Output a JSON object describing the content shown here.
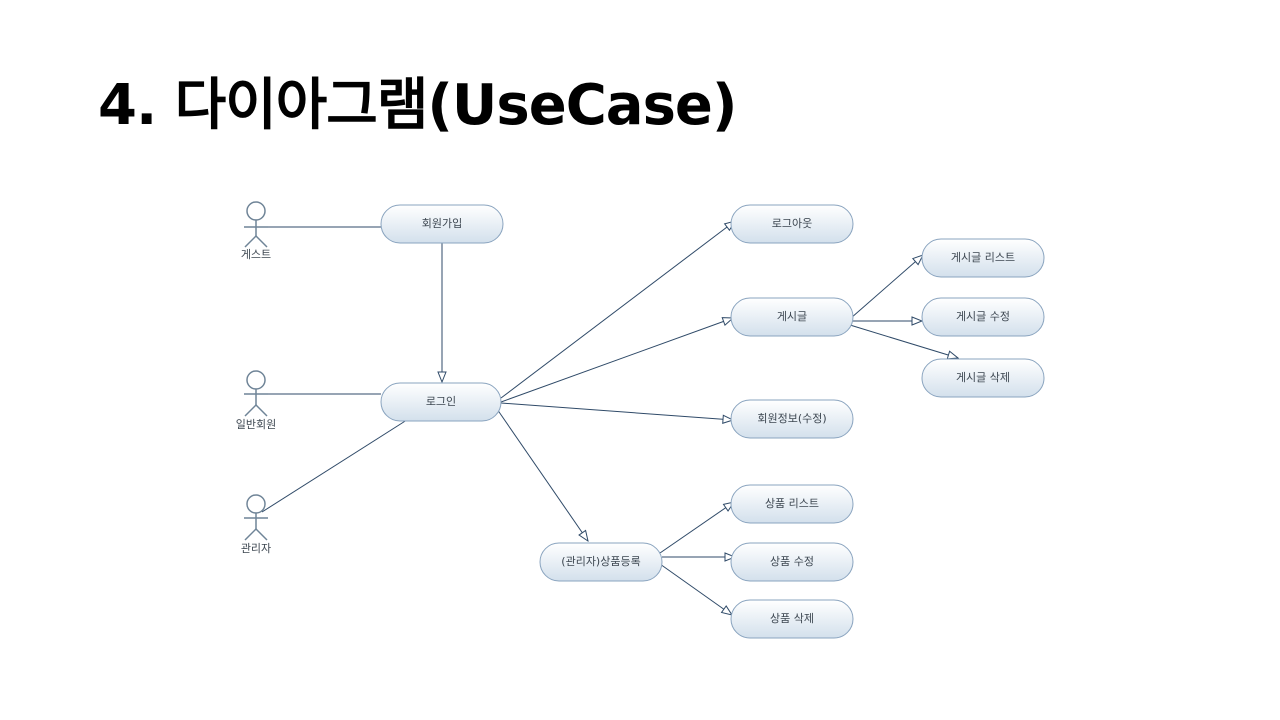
{
  "title": "4. 다이아그램(UseCase)",
  "colors": {
    "line": "#2f4a68",
    "ellipse_stroke": "#8aa4bf",
    "ellipse_fill_top": "#ffffff",
    "ellipse_fill_bottom": "#d3e0ec",
    "actor_stroke": "#6f8497",
    "label": "#3c4650"
  },
  "actors": [
    {
      "id": "guest",
      "label": "게스트"
    },
    {
      "id": "member",
      "label": "일반회원"
    },
    {
      "id": "admin",
      "label": "관리자"
    }
  ],
  "usecases": [
    {
      "id": "signup",
      "label": "회원가입"
    },
    {
      "id": "login",
      "label": "로그인"
    },
    {
      "id": "logout",
      "label": "로그아웃"
    },
    {
      "id": "post",
      "label": "게시글"
    },
    {
      "id": "post-list",
      "label": "게시글 리스트"
    },
    {
      "id": "post-edit",
      "label": "게시글 수정"
    },
    {
      "id": "post-delete",
      "label": "게시글 삭제"
    },
    {
      "id": "member-info",
      "label": "회원정보(수정)"
    },
    {
      "id": "product-register",
      "label": "(관리자)상품등록"
    },
    {
      "id": "product-list",
      "label": "상품 리스트"
    },
    {
      "id": "product-edit",
      "label": "상품 수정"
    },
    {
      "id": "product-delete",
      "label": "상품 삭제"
    }
  ]
}
